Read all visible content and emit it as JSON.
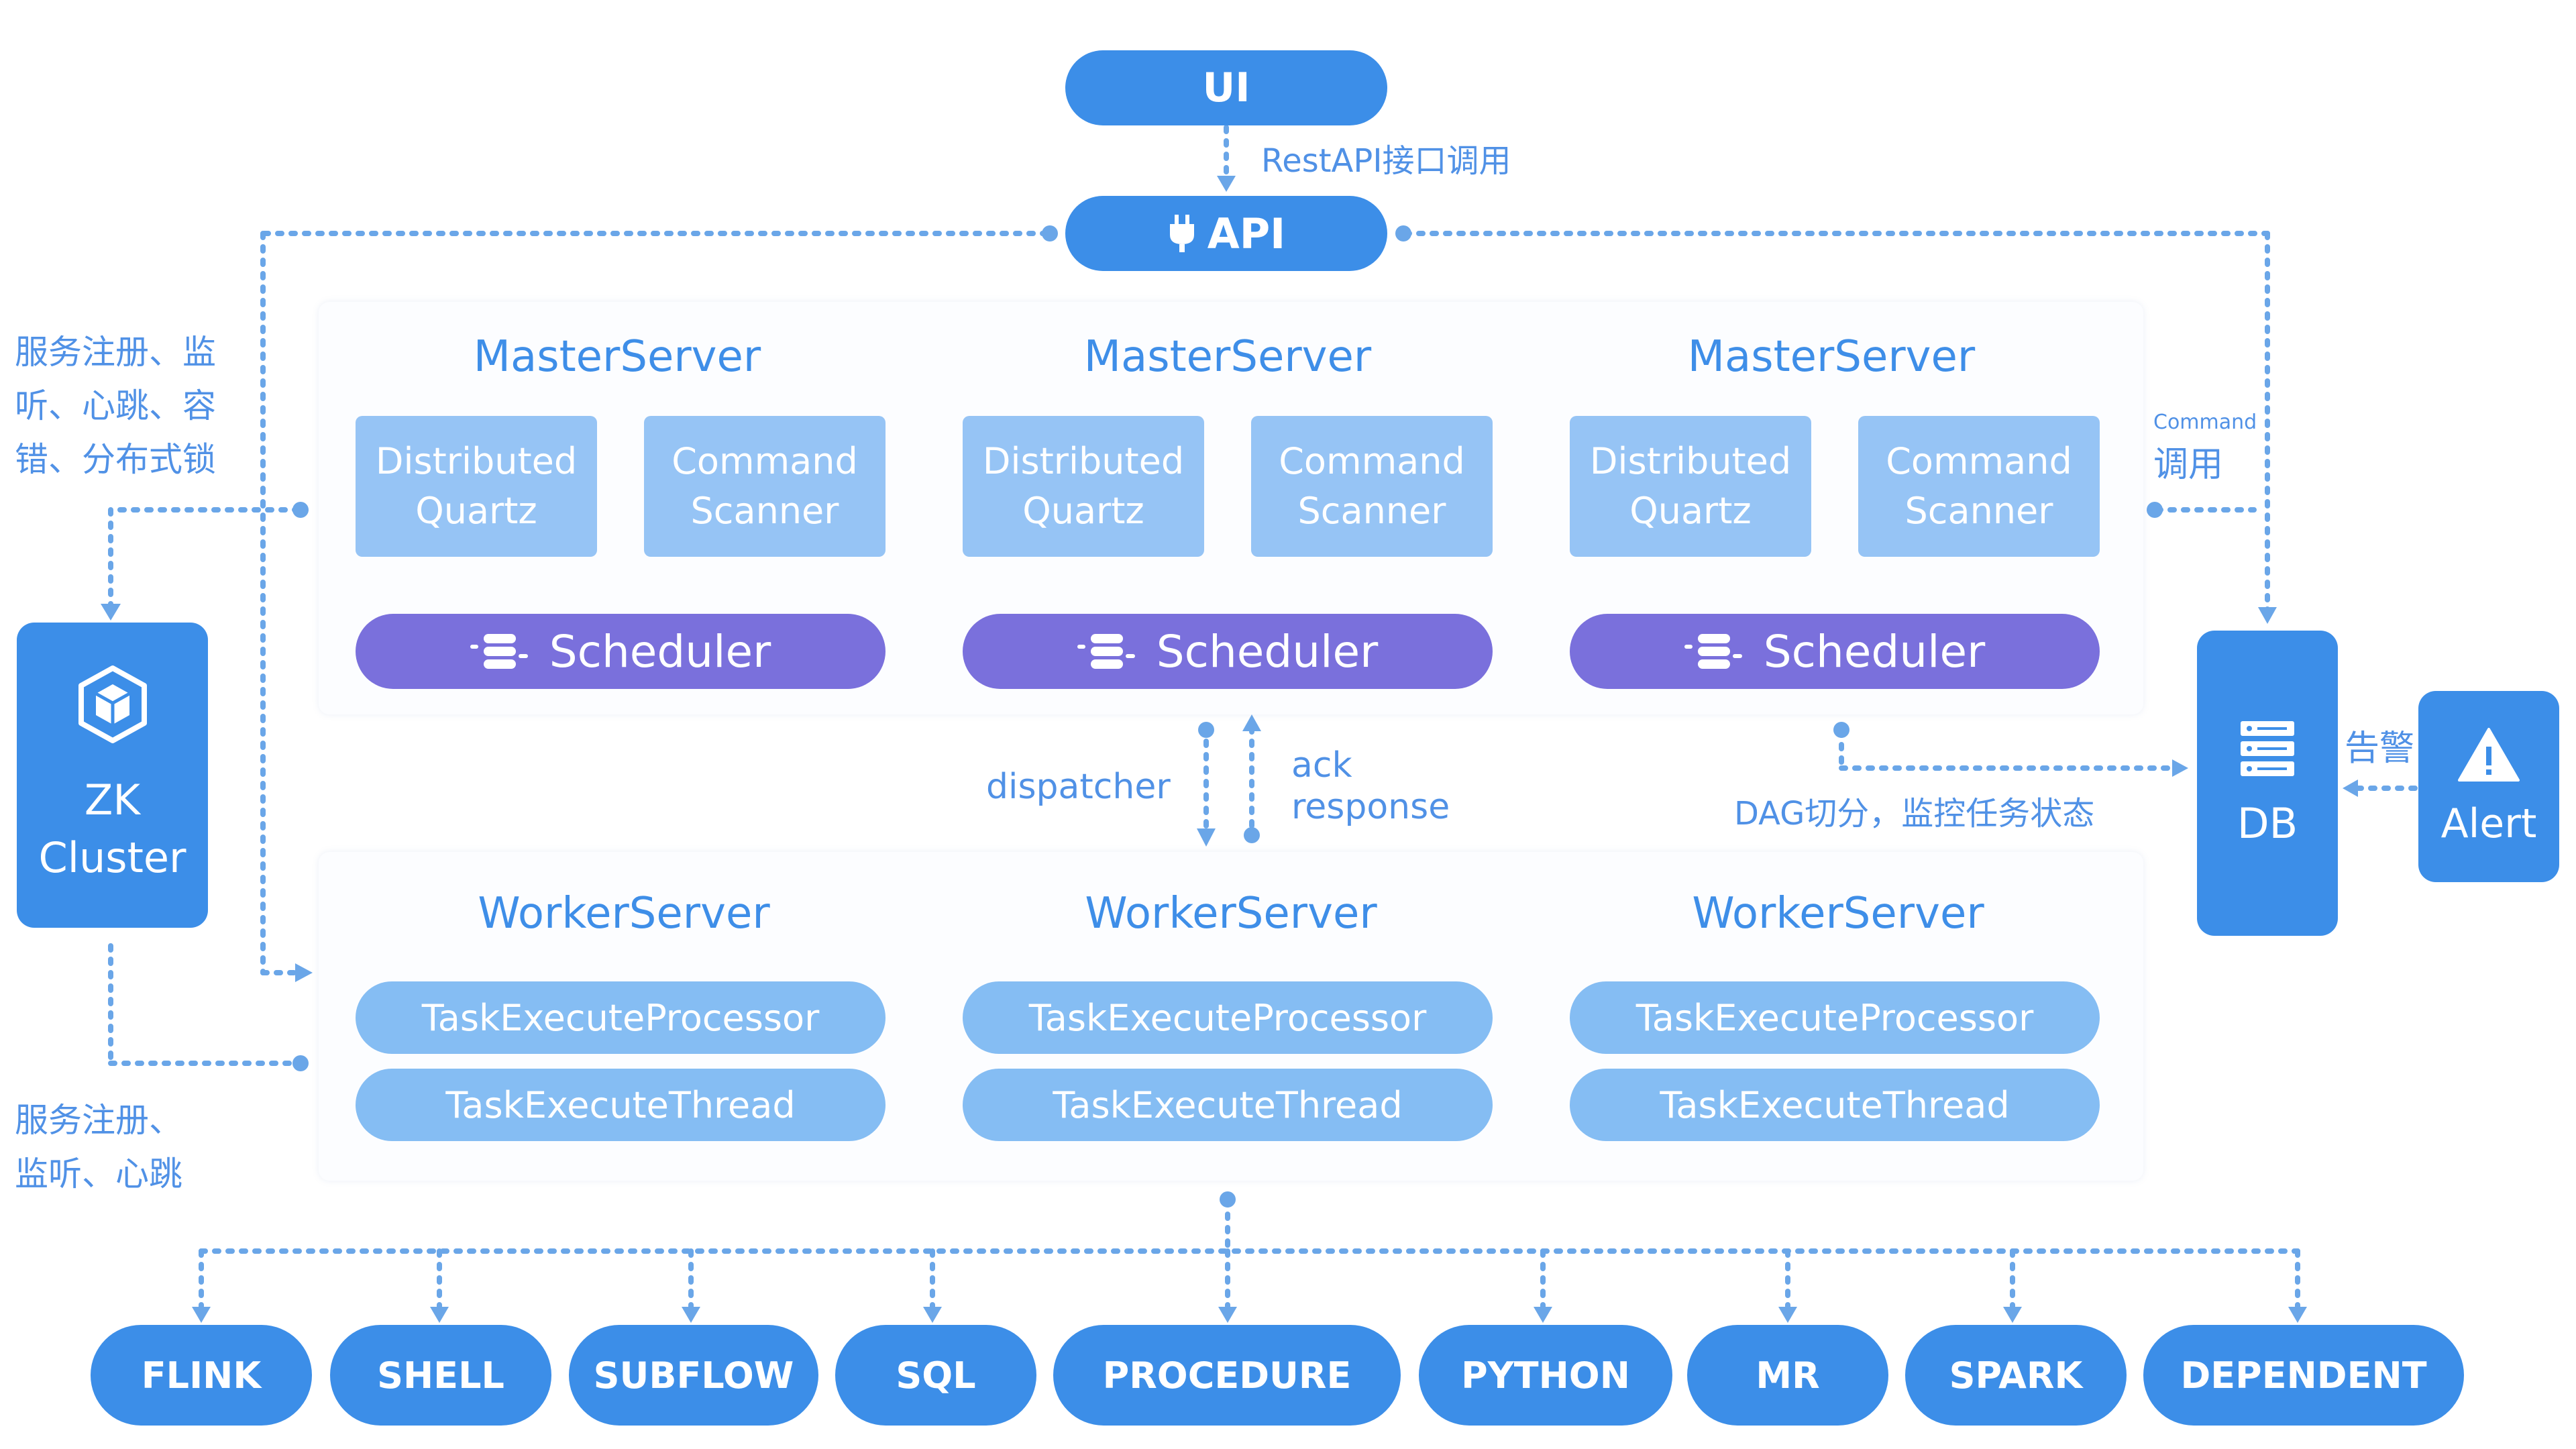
{
  "top": {
    "ui_label": "UI",
    "restapi_label": "RestAPI接口调用",
    "api_label": "API"
  },
  "masters": [
    {
      "title": "MasterServer",
      "quartz_line1": "Distributed",
      "quartz_line2": "Quartz",
      "scanner_line1": "Command",
      "scanner_line2": "Scanner",
      "scheduler": "Scheduler"
    },
    {
      "title": "MasterServer",
      "quartz_line1": "Distributed",
      "quartz_line2": "Quartz",
      "scanner_line1": "Command",
      "scanner_line2": "Scanner",
      "scheduler": "Scheduler"
    },
    {
      "title": "MasterServer",
      "quartz_line1": "Distributed",
      "quartz_line2": "Quartz",
      "scanner_line1": "Command",
      "scanner_line2": "Scanner",
      "scheduler": "Scheduler"
    }
  ],
  "workers": [
    {
      "title": "WorkerServer",
      "processor": "TaskExecuteProcessor",
      "thread": "TaskExecuteThread"
    },
    {
      "title": "WorkerServer",
      "processor": "TaskExecuteProcessor",
      "thread": "TaskExecuteThread"
    },
    {
      "title": "WorkerServer",
      "processor": "TaskExecuteProcessor",
      "thread": "TaskExecuteThread"
    }
  ],
  "zk": {
    "line1": "ZK",
    "line2": "Cluster"
  },
  "db": {
    "label": "DB"
  },
  "alert": {
    "label": "Alert"
  },
  "labels": {
    "zk_master_line1": "服务注册、监",
    "zk_master_line2": "听、心跳、容",
    "zk_master_line3": "错、分布式锁",
    "zk_worker_line1": "服务注册、",
    "zk_worker_line2": "监听、心跳",
    "command_small": "Command",
    "command_call": "调用",
    "alarm": "告警",
    "dispatcher": "dispatcher",
    "ack_line1": "ack",
    "ack_line2": "response",
    "dag": "DAG切分，监控任务状态"
  },
  "task_types": [
    "FLINK",
    "SHELL",
    "SUBFLOW",
    "SQL",
    "PROCEDURE",
    "PYTHON",
    "MR",
    "SPARK",
    "DEPENDENT"
  ],
  "colors": {
    "primary": "#3c8ee8",
    "box": "#96c4f5",
    "scheduler": "#7a70dc",
    "task": "#85bdf3",
    "text": "#5091e6",
    "line": "#6aa6e8"
  },
  "icons": {
    "api": "plug-icon",
    "scheduler": "database-stack-icon",
    "zk": "cube-icon",
    "db": "server-icon",
    "alert": "warning-icon"
  }
}
